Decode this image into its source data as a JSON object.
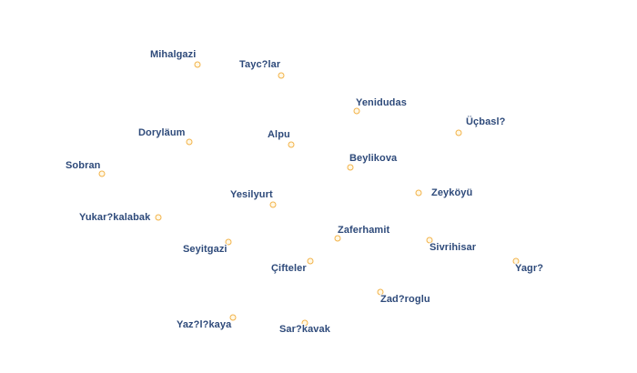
{
  "map": {
    "places": [
      {
        "name": "Mihalgazi"
      },
      {
        "name": "Tayc?lar"
      },
      {
        "name": "Yenidudas"
      },
      {
        "name": "Üçbasl?"
      },
      {
        "name": "Doryläum"
      },
      {
        "name": "Alpu"
      },
      {
        "name": "Sobran"
      },
      {
        "name": "Beylikova"
      },
      {
        "name": "Yesilyurt"
      },
      {
        "name": "Zeyköyü"
      },
      {
        "name": "Yukar?kalabak"
      },
      {
        "name": "Zaferhamit"
      },
      {
        "name": "Seyitgazi"
      },
      {
        "name": "Sivrihisar"
      },
      {
        "name": "Çifteler"
      },
      {
        "name": "Yagr?"
      },
      {
        "name": "Zad?roglu"
      },
      {
        "name": "Yaz?l?kaya"
      },
      {
        "name": "Sar?kavak"
      }
    ]
  }
}
